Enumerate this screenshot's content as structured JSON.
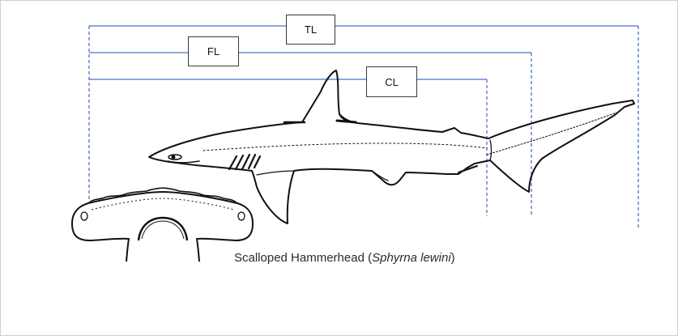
{
  "labels": {
    "tl": "TL",
    "fl": "FL",
    "cl": "CL"
  },
  "caption": {
    "common_name": "Scalloped Hammerhead (",
    "scientific_name": "Sphyrna lewini",
    "close": ")"
  },
  "colors": {
    "measure_line": "#4a72c4",
    "outline": "#111111"
  }
}
